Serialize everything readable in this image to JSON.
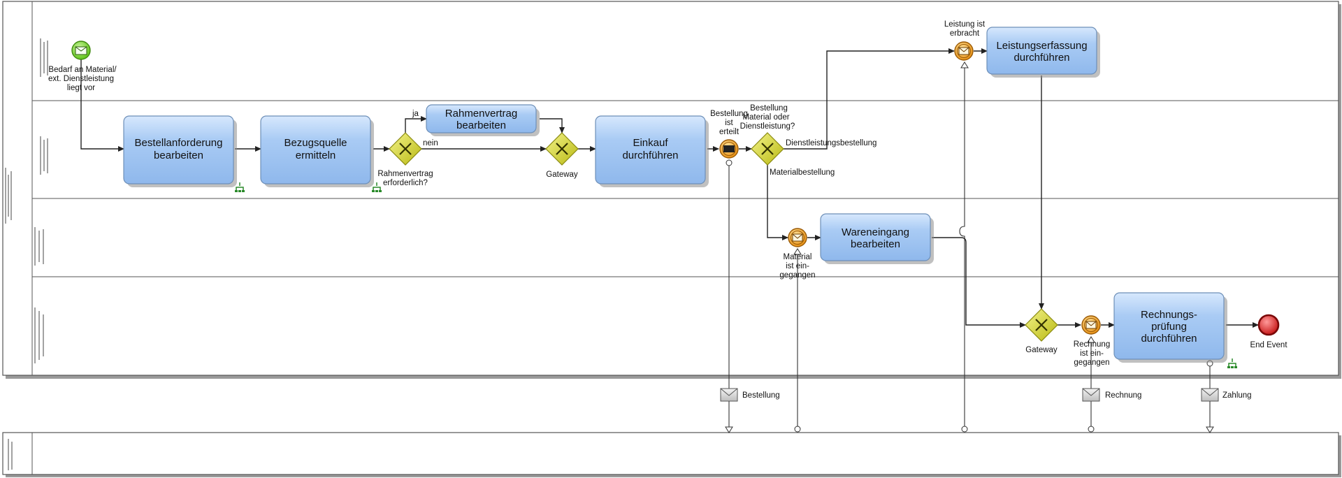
{
  "colors": {
    "task_fill": "#a9cbf4",
    "task_stroke": "#6d8fb8",
    "gateway_fill": "#d8d820",
    "start_event": "#79d82a",
    "intermediate_event": "#f2a21a",
    "end_event": "#e02424"
  },
  "tasks": {
    "t1": {
      "l1": "Bestellanforderung",
      "l2": "bearbeiten"
    },
    "t2": {
      "l1": "Bezugsquelle",
      "l2": "ermitteln"
    },
    "t3": {
      "l1": "Rahmenvertrag",
      "l2": "bearbeiten"
    },
    "t4": {
      "l1": "Einkauf",
      "l2": "durchführen"
    },
    "t5": {
      "l1": "Leistungserfassung",
      "l2": "durchführen"
    },
    "t6": {
      "l1": "Wareneingang",
      "l2": "bearbeiten"
    },
    "t7": {
      "l1": "Rechnungs-",
      "l2": "prüfung",
      "l3": "durchführen"
    }
  },
  "events": {
    "start": {
      "l1": "Bedarf an Material/",
      "l2": "ext. Dienstleistung",
      "l3": "liegt vor"
    },
    "bestellung_erteilt": {
      "l1": "Bestellung",
      "l2": "ist",
      "l3": "erteilt"
    },
    "leistung_erbracht": {
      "l1": "Leistung ist",
      "l2": "erbracht"
    },
    "material_eingegangen": {
      "l1": "Material",
      "l2": "ist ein-",
      "l3": "gegangen"
    },
    "rechnung_eingegangen": {
      "l1": "Rechnung",
      "l2": "ist ein-",
      "l3": "gegangen"
    },
    "end": {
      "l1": "End Event"
    }
  },
  "gateways": {
    "g1": {
      "l1": "Rahmenvertrag",
      "l2": "erforderlich?"
    },
    "g2": {
      "l1": "Gateway"
    },
    "g3": {
      "l1": "Bestellung",
      "l2": "Material oder",
      "l3": "Dienstleistung?"
    },
    "g4": {
      "l1": "Gateway"
    }
  },
  "flow_labels": {
    "ja": "ja",
    "nein": "nein",
    "dienstleistungsbestellung": "Dienstleistungsbestellung",
    "materialbestellung": "Materialbestellung"
  },
  "messages": {
    "bestellung": "Bestellung",
    "rechnung": "Rechnung",
    "zahlung": "Zahlung"
  },
  "lane_names": [
    "",
    "",
    "",
    ""
  ],
  "pool_names": [
    "",
    ""
  ]
}
